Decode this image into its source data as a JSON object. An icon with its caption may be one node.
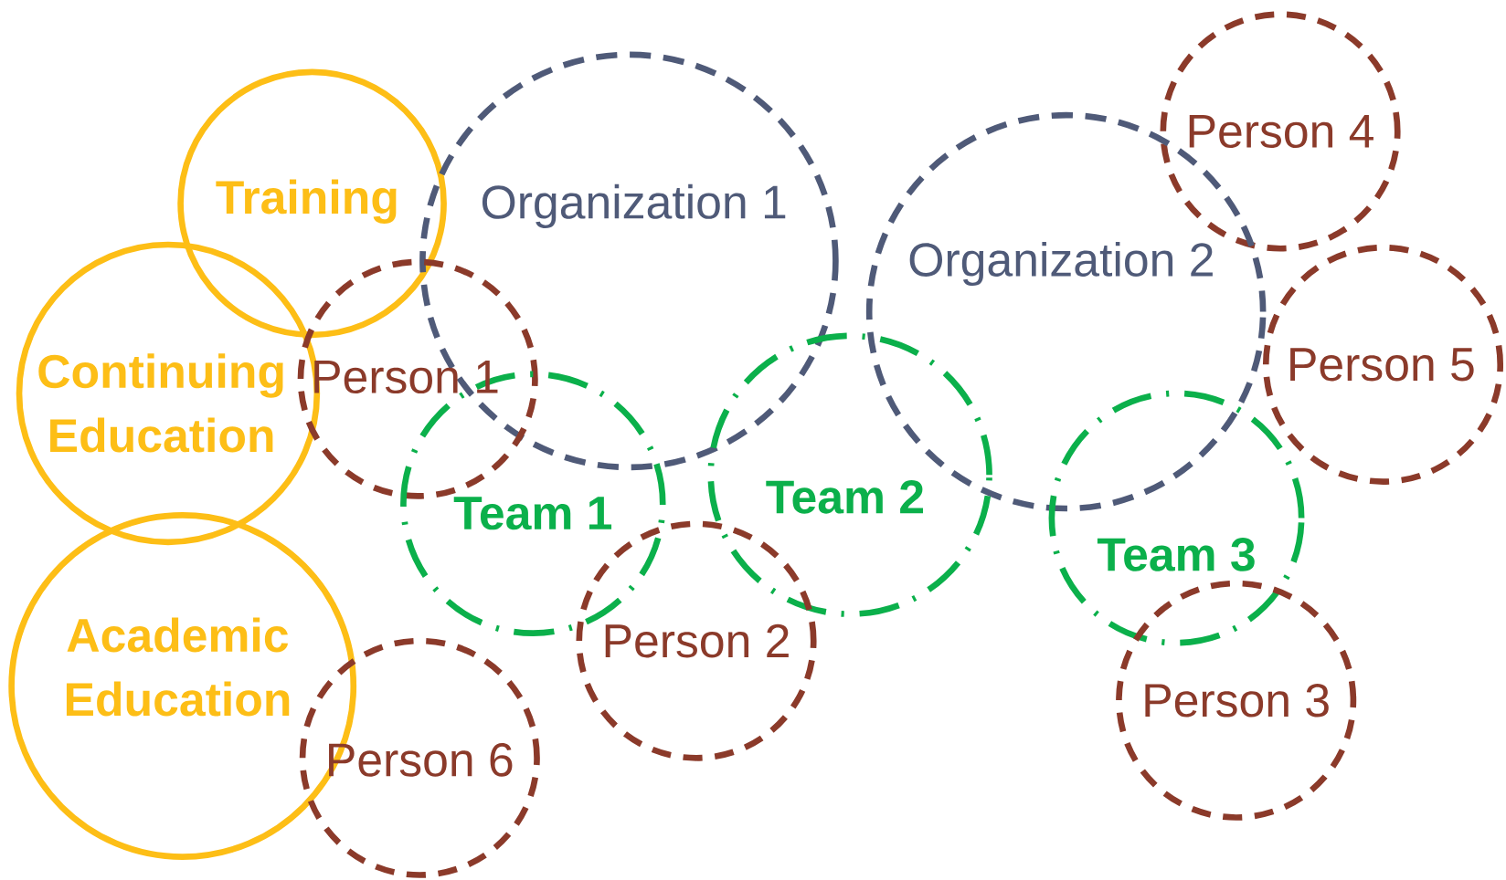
{
  "diagram": {
    "nodes": [
      {
        "text": [
          "Training"
        ]
      },
      {
        "text": [
          "Organization 1"
        ]
      },
      {
        "text": [
          "Person 4"
        ]
      },
      {
        "text": [
          "Organization 2"
        ]
      },
      {
        "text": [
          "Continuing Education"
        ]
      },
      {
        "text": [
          "Person 1"
        ]
      },
      {
        "text": [
          "Person 5"
        ]
      },
      {
        "text": [
          "Team 1"
        ]
      },
      {
        "text": [
          "Team 2"
        ]
      },
      {
        "text": [
          "Team 3"
        ]
      },
      {
        "text": [
          "Academic Education"
        ]
      },
      {
        "text": [
          "Person 2"
        ]
      },
      {
        "text": [
          "Person 6"
        ]
      },
      {
        "text": [
          "Person 3"
        ]
      }
    ]
  }
}
